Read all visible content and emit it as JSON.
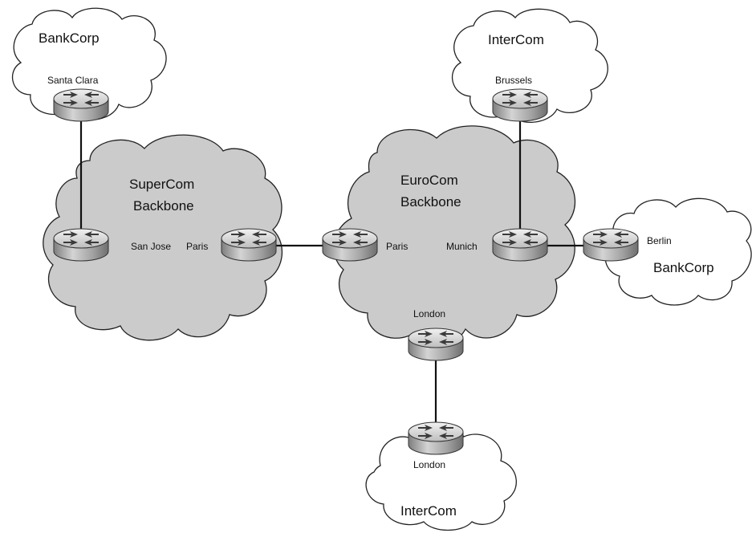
{
  "clouds": {
    "bankcorp_santa_clara": {
      "title": "BankCorp"
    },
    "intercom_brussels": {
      "title": "InterCom"
    },
    "supercom_backbone": {
      "title_line1": "SuperCom",
      "title_line2": "Backbone"
    },
    "eurocom_backbone": {
      "title_line1": "EuroCom",
      "title_line2": "Backbone"
    },
    "bankcorp_berlin": {
      "title": "BankCorp"
    },
    "intercom_london": {
      "title": "InterCom"
    }
  },
  "routers": {
    "santa_clara": {
      "label": "Santa Clara"
    },
    "brussels": {
      "label": "Brussels"
    },
    "san_jose": {
      "label": "San Jose"
    },
    "supercom_paris": {
      "label": "Paris"
    },
    "eurocom_paris": {
      "label": "Paris"
    },
    "munich": {
      "label": "Munich"
    },
    "berlin": {
      "label": "Berlin"
    },
    "eurocom_london": {
      "label": "London"
    },
    "intercom_london": {
      "label": "London"
    }
  },
  "colors": {
    "backbone_fill": "#c9c9c9",
    "router_top": "#e4e4e4",
    "router_side": "#9a9a9a",
    "line": "#111111"
  }
}
